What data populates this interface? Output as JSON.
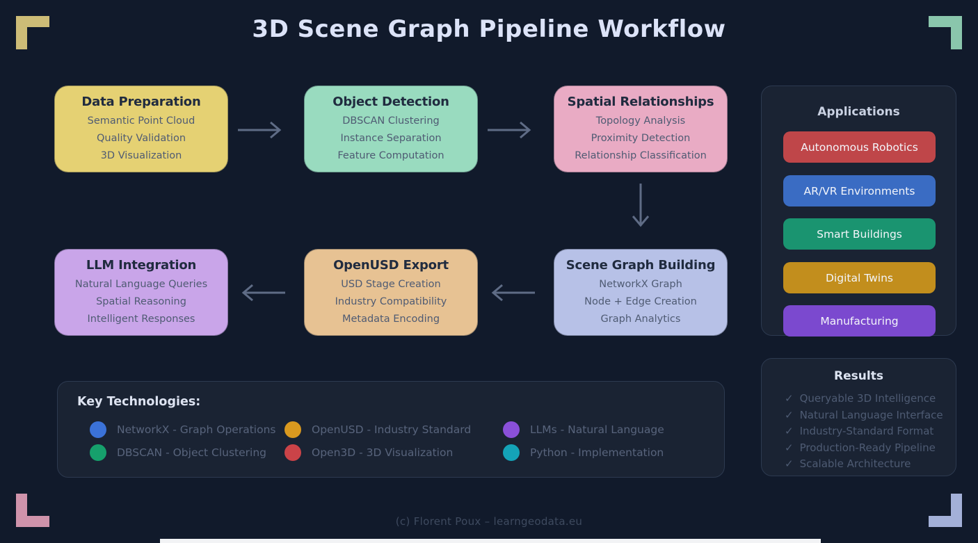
{
  "title": "3D Scene Graph Pipeline Workflow",
  "pipeline": {
    "boxes": [
      {
        "title": "Data Preparation",
        "lines": [
          "Semantic Point Cloud",
          "Quality Validation",
          "3D Visualization"
        ],
        "color": "#e5d173"
      },
      {
        "title": "Object Detection",
        "lines": [
          "DBSCAN Clustering",
          "Instance Separation",
          "Feature Computation"
        ],
        "color": "#99dbbf"
      },
      {
        "title": "Spatial Relationships",
        "lines": [
          "Topology Analysis",
          "Proximity Detection",
          "Relationship Classification"
        ],
        "color": "#e9abc4"
      },
      {
        "title": "LLM Integration",
        "lines": [
          "Natural Language Queries",
          "Spatial Reasoning",
          "Intelligent Responses"
        ],
        "color": "#c9a5e9"
      },
      {
        "title": "OpenUSD Export",
        "lines": [
          "USD Stage Creation",
          "Industry Compatibility",
          "Metadata Encoding"
        ],
        "color": "#e7c293"
      },
      {
        "title": "Scene Graph Building",
        "lines": [
          "NetworkX Graph",
          "Node + Edge Creation",
          "Graph Analytics"
        ],
        "color": "#b7c1e7"
      }
    ]
  },
  "applications": {
    "title": "Applications",
    "items": [
      {
        "label": "Autonomous Robotics",
        "color": "#bf4649"
      },
      {
        "label": "AR/VR Environments",
        "color": "#3a6cc3"
      },
      {
        "label": "Smart Buildings",
        "color": "#1a9470"
      },
      {
        "label": "Digital Twins",
        "color": "#c28e1d"
      },
      {
        "label": "Manufacturing",
        "color": "#7b49cf"
      }
    ]
  },
  "results": {
    "title": "Results",
    "check": "✓",
    "items": [
      "Queryable 3D Intelligence",
      "Natural Language Interface",
      "Industry-Standard Format",
      "Production-Ready Pipeline",
      "Scalable Architecture"
    ]
  },
  "technologies": {
    "title": "Key Technologies:",
    "items": [
      {
        "label": "NetworkX - Graph Operations",
        "color": "#3b72d8"
      },
      {
        "label": "DBSCAN - Object Clustering",
        "color": "#16a06c"
      },
      {
        "label": "OpenUSD - Industry Standard",
        "color": "#d9991f"
      },
      {
        "label": "Open3D - 3D Visualization",
        "color": "#cb4348"
      },
      {
        "label": "LLMs - Natural Language",
        "color": "#8a50d9"
      },
      {
        "label": "Python - Implementation",
        "color": "#14a3b8"
      }
    ]
  },
  "corners": {
    "top_left": {
      "color": "#cdbc77"
    },
    "top_right": {
      "color": "#8ac6ac"
    },
    "bottom_left": {
      "color": "#cf93ab"
    },
    "bottom_right": {
      "color": "#a3b0d8"
    }
  },
  "footer": "(c) Florent Poux – learngeodata.eu"
}
